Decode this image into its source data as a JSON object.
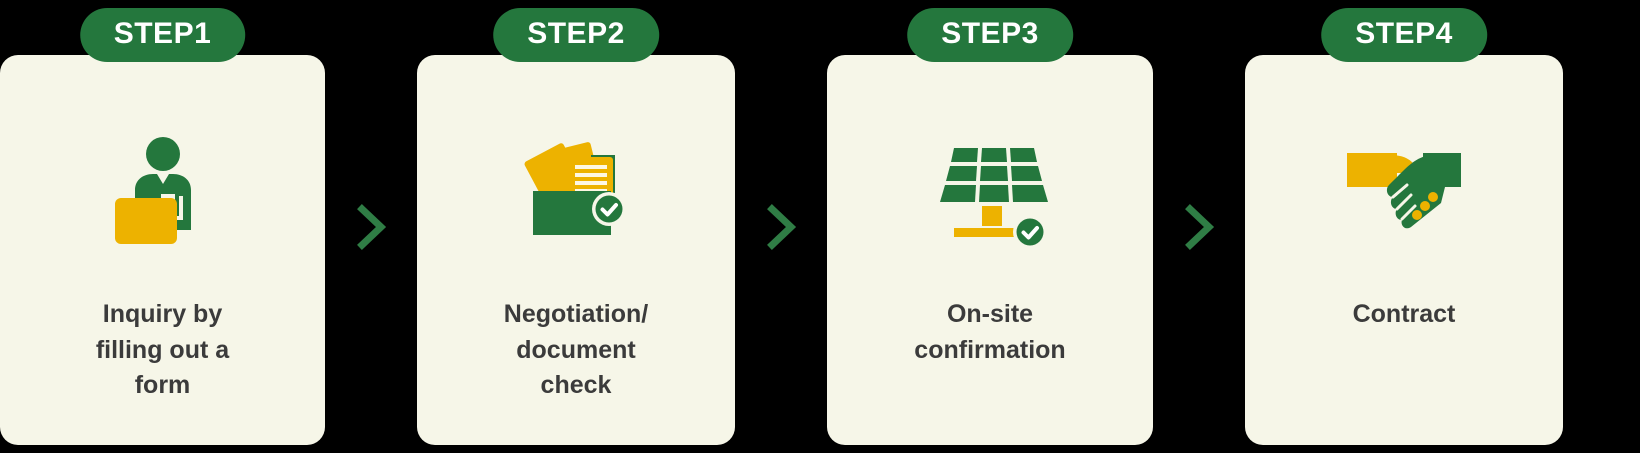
{
  "diagram": {
    "title": "Process flow - 4 steps",
    "background_color": "#000000",
    "card_color": "#f6f6e8",
    "badge_color": "#24773d",
    "accent_green": "#24773d",
    "accent_yellow": "#edb200",
    "label_color": "#3b3b3b",
    "arrow_color": "#2f7d45",
    "arrow_glyph": "chevron-right"
  },
  "steps": [
    {
      "badge": "STEP1",
      "label": "Inquiry by\nfilling out a\nform",
      "icon": "person-at-desk-icon"
    },
    {
      "badge": "STEP2",
      "label": "Negotiation/\ndocument\ncheck",
      "icon": "folder-documents-check-icon"
    },
    {
      "badge": "STEP3",
      "label": "On-site\nconfirmation",
      "icon": "solar-panel-check-icon"
    },
    {
      "badge": "STEP4",
      "label": "Contract",
      "icon": "handshake-icon"
    }
  ],
  "arrows": [
    {
      "name": "arrow-step1-step2"
    },
    {
      "name": "arrow-step2-step3"
    },
    {
      "name": "arrow-step3-step4"
    }
  ]
}
